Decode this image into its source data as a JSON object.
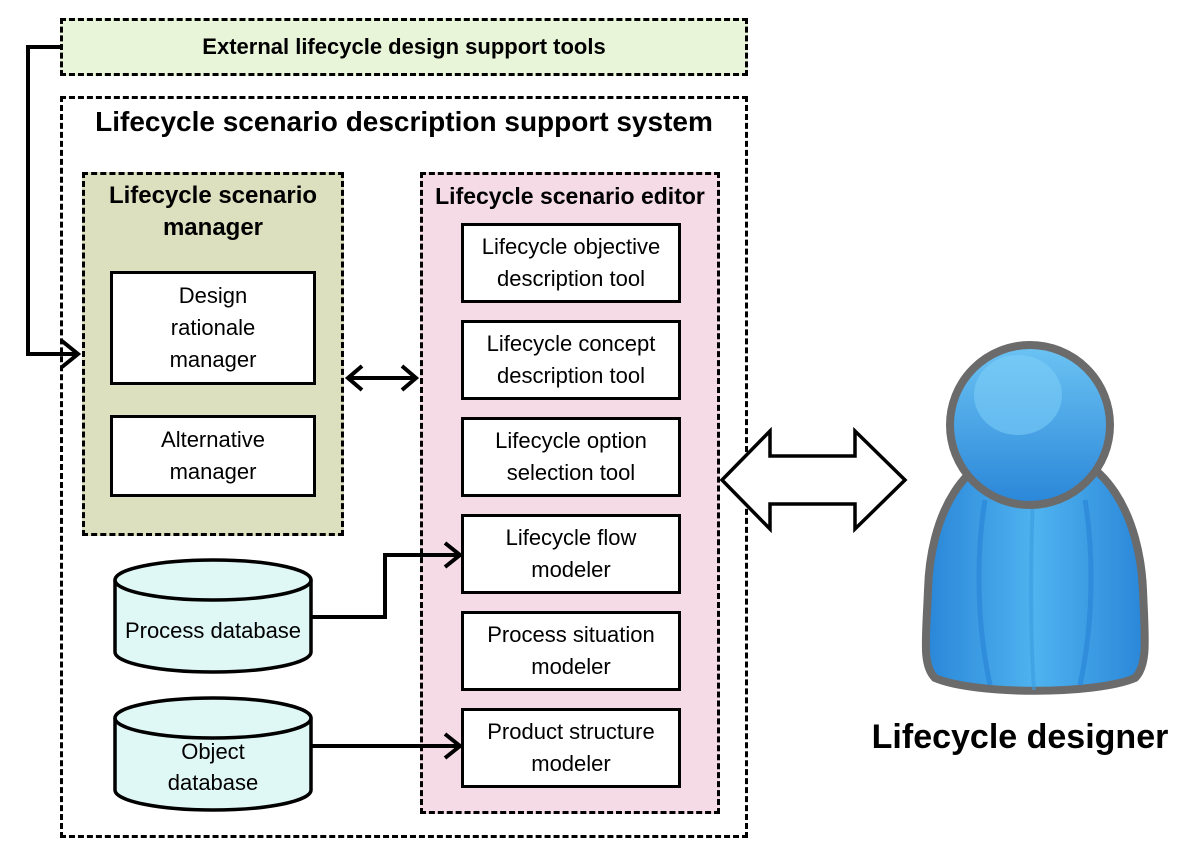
{
  "external": {
    "title": "External  lifecycle design support tools"
  },
  "system": {
    "title": "Lifecycle scenario description support system"
  },
  "manager": {
    "title": "Lifecycle scenario manager",
    "items": [
      "Design rationale manager",
      "Alternative manager"
    ]
  },
  "editor": {
    "title": "Lifecycle scenario editor",
    "tools": [
      "Lifecycle objective description tool",
      "Lifecycle concept description tool",
      "Lifecycle option selection tool",
      "Lifecycle flow modeler",
      "Process situation modeler",
      "Product structure modeler"
    ]
  },
  "databases": [
    "Process database",
    "Object database"
  ],
  "actor": {
    "label": "Lifecycle designer"
  },
  "colors": {
    "external_fill": "#e8f5d9",
    "manager_fill": "#dce0bf",
    "editor_fill": "#f5dbe6",
    "database_fill": "#dff7f5",
    "user_blue": "#3a9be0"
  }
}
